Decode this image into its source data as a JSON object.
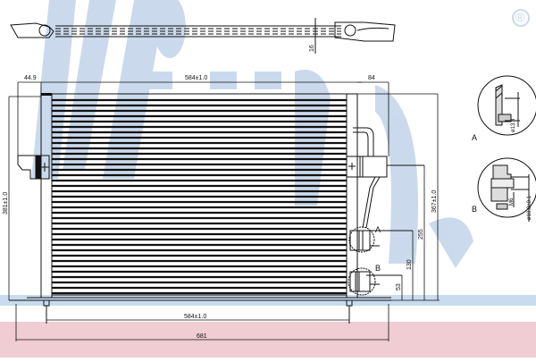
{
  "diagram": {
    "subject": "A/C condenser technical drawing",
    "watermark": {
      "text": "Nissens",
      "color": "#c5d6ea",
      "registered_mark": "®"
    },
    "band_colors": {
      "blue_band": "#c9dbee",
      "pink_band": "#f0ccd3"
    },
    "top_view": {
      "thickness_dim": "16"
    },
    "front_view": {
      "top_width_dim": "584±1.0",
      "left_offset_dim": "44.9",
      "right_offset_dim": "84",
      "height_left_dim": "381±1.0",
      "height_right_dim": "367±1.0",
      "port_a_height_dim": "255",
      "port_b_height_dim": "130",
      "bottom_port_height_dim": "53",
      "bottom_width_dim": "584±1.0",
      "overall_width_dim": "681",
      "port_a_label": "A",
      "port_b_label": "B"
    },
    "details": [
      {
        "label": "A",
        "dimension": "ø13.8"
      },
      {
        "label": "B",
        "dimension": "ø10.8±0.1",
        "thread": "M6"
      }
    ]
  }
}
